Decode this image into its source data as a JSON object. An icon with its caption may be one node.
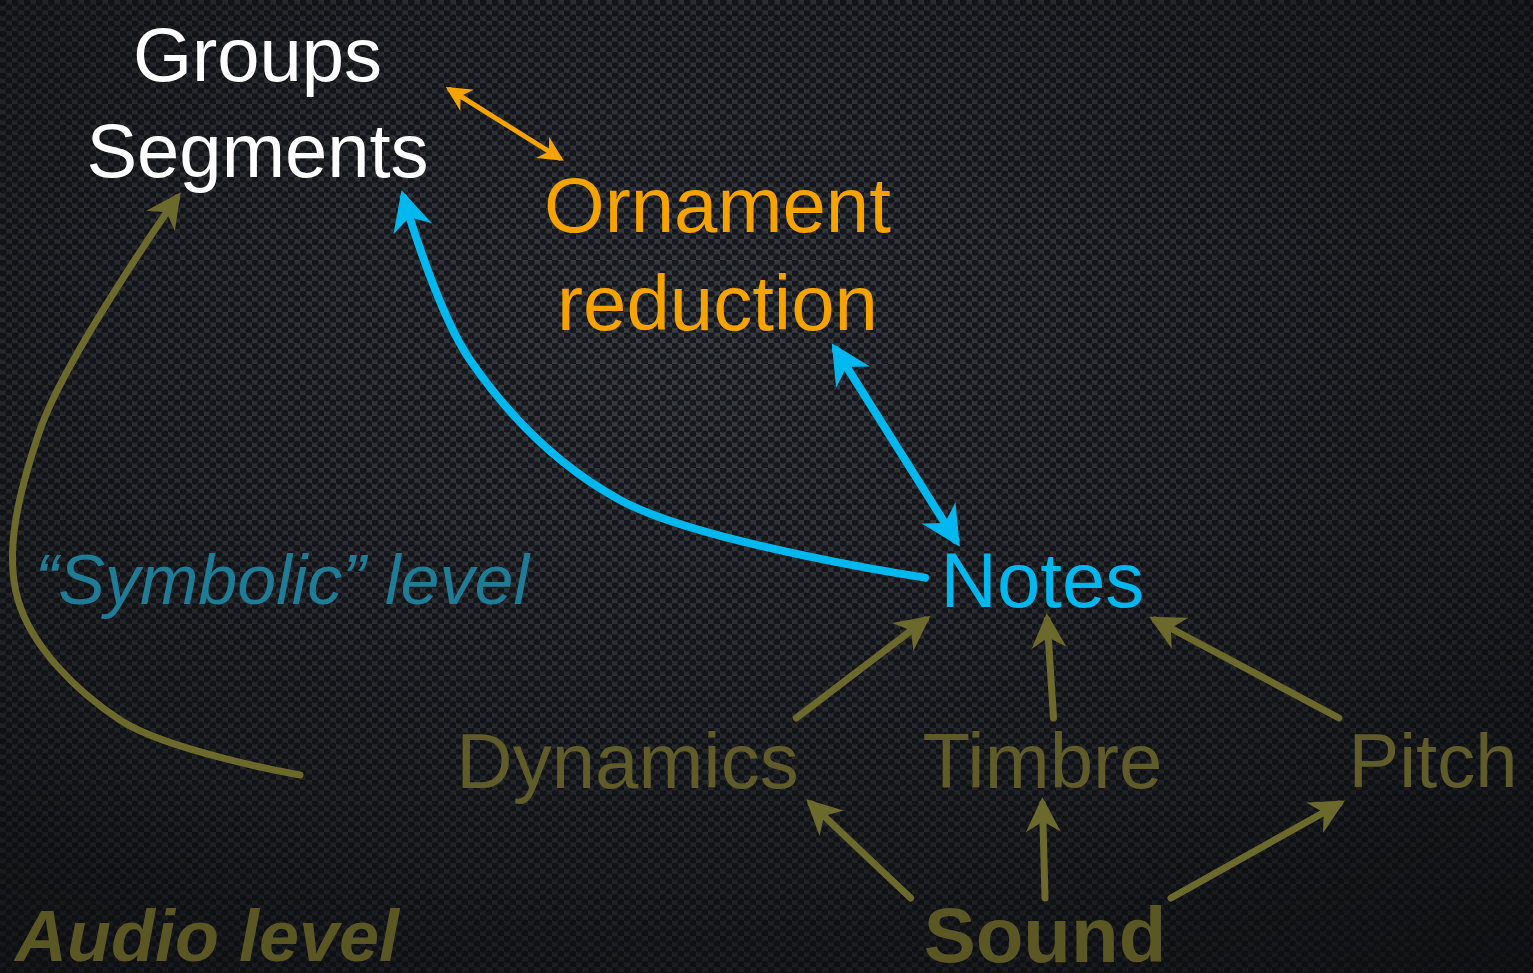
{
  "diagram": {
    "nodes": [
      {
        "text": [
          "Groups",
          "Segments"
        ]
      },
      {
        "text": [
          "Ornament reduction"
        ]
      },
      {
        "text": [
          "Notes"
        ]
      },
      {
        "text": [
          "Dynamics"
        ]
      },
      {
        "text": [
          "Timbre"
        ]
      },
      {
        "text": [
          "Pitch"
        ]
      },
      {
        "text": [
          "Sound"
        ]
      }
    ],
    "edges": [
      {
        "from": 0,
        "to": 1,
        "arrow": "both",
        "color": "#f5a300"
      },
      {
        "from": 2,
        "to": 0,
        "arrow": "to",
        "color": "#00b8ee"
      },
      {
        "from": 1,
        "to": 2,
        "arrow": "both",
        "color": "#00b8ee"
      },
      {
        "from": 3,
        "to": 2,
        "arrow": "to"
      },
      {
        "from": 4,
        "to": 2,
        "arrow": "to"
      },
      {
        "from": 5,
        "to": 2,
        "arrow": "to"
      },
      {
        "from": 6,
        "to": 3,
        "arrow": "to"
      },
      {
        "from": 6,
        "to": 4,
        "arrow": "to"
      },
      {
        "from": 6,
        "to": 5,
        "arrow": "to"
      },
      {
        "from": null,
        "to": 0,
        "arrow": "to"
      }
    ],
    "labels": [
      "“Symbolic” level",
      "Audio level"
    ]
  }
}
